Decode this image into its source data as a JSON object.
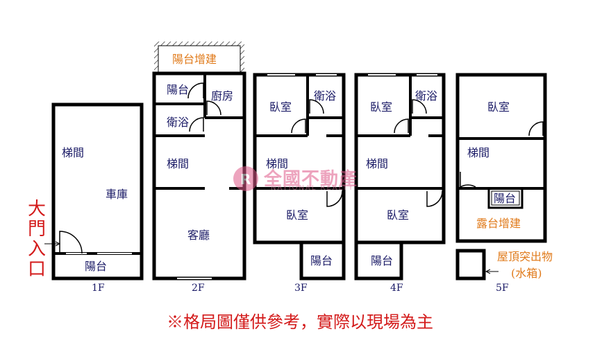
{
  "floors": {
    "f1": {
      "label": "1F",
      "stair": "梯間",
      "garage": "車庫",
      "balcony": "陽台"
    },
    "f2": {
      "label": "2F",
      "balcony_ext": "陽台增建",
      "balcony": "陽台",
      "kitchen": "廚房",
      "bath": "衛浴",
      "stair": "梯間",
      "living": "客廳"
    },
    "f3": {
      "label": "3F",
      "bedroom1": "臥室",
      "bath": "衛浴",
      "stair": "梯間",
      "bedroom2": "臥室",
      "balcony": "陽台"
    },
    "f4": {
      "label": "4F",
      "bedroom1": "臥室",
      "bath": "衛浴",
      "stair": "梯間",
      "bedroom2": "臥室",
      "balcony": "陽台"
    },
    "f5": {
      "label": "5F",
      "bedroom": "臥室",
      "stair": "梯間",
      "balcony": "陽台",
      "terrace_ext": "露台增建",
      "roof": "屋頂突出物",
      "roof_sub": "(水箱)"
    }
  },
  "entrance": [
    "大",
    "門",
    "入",
    "口"
  ],
  "note": "※格局圖僅供參考，實際以現場為主",
  "watermark": {
    "name": "全國不動產",
    "sub": "NATIONAL REALTY"
  },
  "colors": {
    "wall": "#000000",
    "room_text": "#1a1a66",
    "addition_text": "#e07a1a",
    "note_text": "#d31a1a",
    "watermark": "#e05a8a"
  }
}
